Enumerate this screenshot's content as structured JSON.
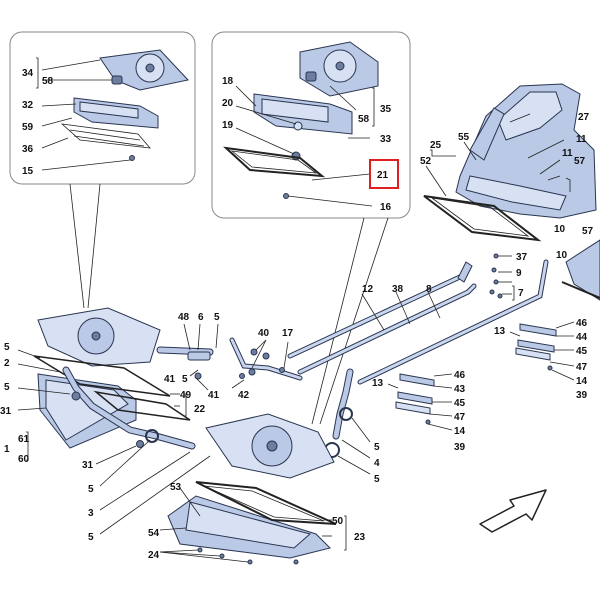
{
  "labels": {
    "l34": "34",
    "l58a": "58",
    "l32": "32",
    "l59": "59",
    "l36": "36",
    "l15": "15",
    "l18": "18",
    "l20": "20",
    "l19": "19",
    "l58b": "58",
    "l35": "35",
    "l33": "33",
    "l21": "21",
    "l16": "16",
    "l25": "25",
    "l52": "52",
    "l55": "55",
    "l27": "27",
    "l11a": "11",
    "l11b": "11",
    "l57a": "57",
    "l57b": "57",
    "l10a": "10",
    "l10b": "10",
    "l37": "37",
    "l9": "9",
    "l7": "7",
    "l12": "12",
    "l38": "38",
    "l8": "8",
    "l46a": "46",
    "l44": "44",
    "l13a": "13",
    "l45a": "45",
    "l47a": "47",
    "l14a": "14",
    "l39a": "39",
    "l46b": "46",
    "l43": "43",
    "l13b": "13",
    "l45b": "45",
    "l47b": "47",
    "l14b": "14",
    "l39b": "39",
    "l48": "48",
    "l6": "6",
    "l5a": "5",
    "l40": "40",
    "l17": "17",
    "l41a": "41",
    "l5b": "5",
    "l41b": "41",
    "l42": "42",
    "l5c": "5",
    "l2": "2",
    "l5d": "5",
    "l31a": "31",
    "l49": "49",
    "l22": "22",
    "l61": "61",
    "l1": "1",
    "l60": "60",
    "l31b": "31",
    "l5e": "5",
    "l3": "3",
    "l5f": "5",
    "l5g": "5",
    "l4": "4",
    "l5h": "5",
    "l53": "53",
    "l54": "54",
    "l50": "50",
    "l23": "23",
    "l24": "24"
  },
  "highlight": {
    "part": "21",
    "color": "#e02020"
  },
  "colors": {
    "part_fill": "#b9c9e6",
    "outline": "#2a3550"
  }
}
